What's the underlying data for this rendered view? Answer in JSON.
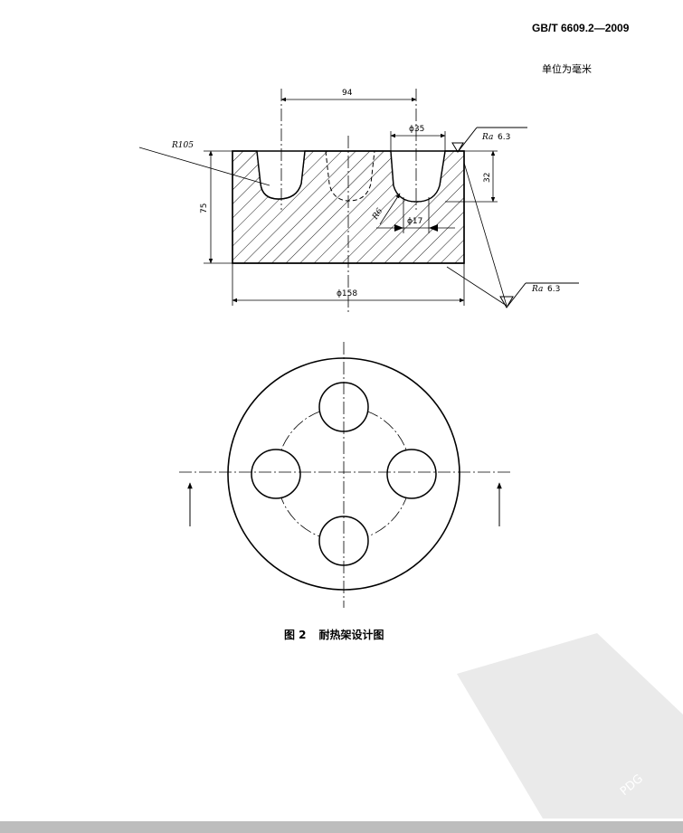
{
  "header": {
    "standard_number": "GB/T 6609.2—2009",
    "unit_note": "单位为毫米"
  },
  "figure": {
    "number": "图 2",
    "title": "耐热架设计图"
  },
  "dimensions": {
    "length_94": "94",
    "dia_35": "ϕ35",
    "dia_17": "ϕ17",
    "dia_158": "ϕ158",
    "height_75": "75",
    "depth_32": "32",
    "radius_r105": "R105",
    "radius_r6": "R6"
  },
  "roughness": [
    {
      "prefix": "Ra",
      "value": "6.3"
    },
    {
      "prefix": "Ra",
      "value": "6.3"
    }
  ],
  "watermark": {
    "text": "PDG"
  },
  "colors": {
    "line": "#000000",
    "paper": "#ffffff",
    "watermark": "#d9d9d9"
  }
}
